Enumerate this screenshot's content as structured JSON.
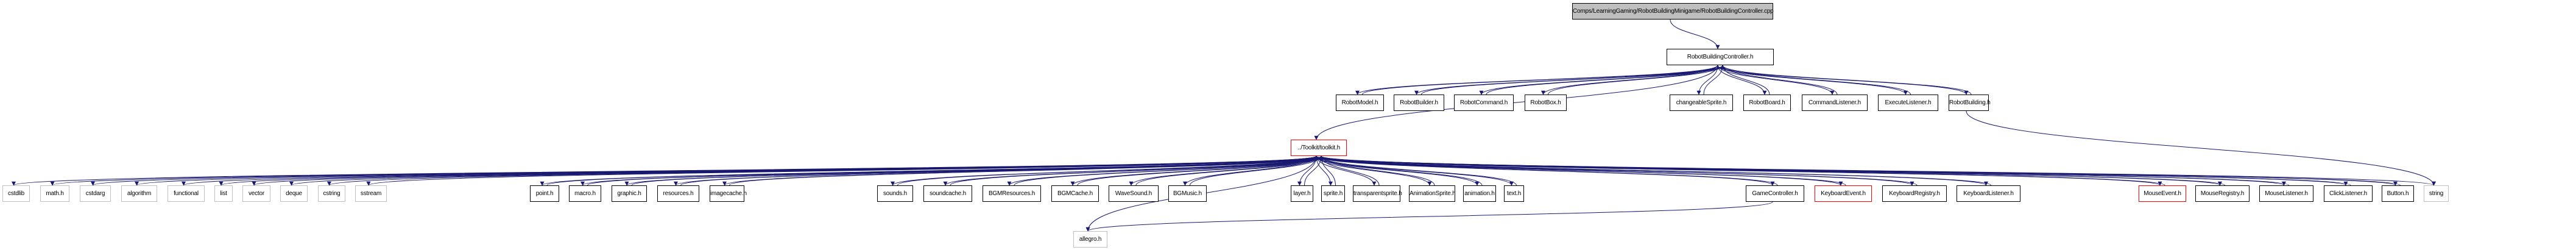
{
  "colors": {
    "edge": "#191970",
    "root_fill": "#bfbfbf",
    "external_border": "#bfbfbf",
    "truncated_border": "#ff0000"
  },
  "nodes": {
    "cpp": {
      "label": "Comps/LearningGaming/RobotBuildingMinigame/RobotBuildingController.cpp",
      "kind": "root"
    },
    "ctrl_h": {
      "label": "RobotBuildingController.h",
      "kind": "normal"
    },
    "robotmodel": {
      "label": "RobotModel.h",
      "kind": "normal"
    },
    "robotbuilder": {
      "label": "RobotBuilder.h",
      "kind": "normal"
    },
    "robotcommand": {
      "label": "RobotCommand.h",
      "kind": "normal"
    },
    "robotbox": {
      "label": "RobotBox.h",
      "kind": "normal"
    },
    "changeablesprite": {
      "label": "changeableSprite.h",
      "kind": "normal"
    },
    "robotboard": {
      "label": "RobotBoard.h",
      "kind": "normal"
    },
    "commandlistener": {
      "label": "CommandListener.h",
      "kind": "normal"
    },
    "executelistener": {
      "label": "ExecuteListener.h",
      "kind": "normal"
    },
    "robotbuilding": {
      "label": "RobotBuilding.h",
      "kind": "normal"
    },
    "toolkit": {
      "label": "../Toolkit/toolkit.h",
      "kind": "truncated"
    },
    "cstdlib": {
      "label": "cstdlib",
      "kind": "external"
    },
    "math": {
      "label": "math.h",
      "kind": "external"
    },
    "cstdarg": {
      "label": "cstdarg",
      "kind": "external"
    },
    "algorithm": {
      "label": "algorithm",
      "kind": "external"
    },
    "functional": {
      "label": "functional",
      "kind": "external"
    },
    "list": {
      "label": "list",
      "kind": "external"
    },
    "vector": {
      "label": "vector",
      "kind": "external"
    },
    "deque": {
      "label": "deque",
      "kind": "external"
    },
    "cstring": {
      "label": "cstring",
      "kind": "external"
    },
    "sstream": {
      "label": "sstream",
      "kind": "external"
    },
    "point": {
      "label": "point.h",
      "kind": "normal"
    },
    "macro": {
      "label": "macro.h",
      "kind": "normal"
    },
    "graphic": {
      "label": "graphic.h",
      "kind": "normal"
    },
    "resources": {
      "label": "resources.h",
      "kind": "normal"
    },
    "imagecache": {
      "label": "imagecache.h",
      "kind": "normal"
    },
    "sounds": {
      "label": "sounds.h",
      "kind": "normal"
    },
    "soundcache": {
      "label": "soundcache.h",
      "kind": "normal"
    },
    "bgmresources": {
      "label": "BGMResources.h",
      "kind": "normal"
    },
    "bgmcache": {
      "label": "BGMCache.h",
      "kind": "normal"
    },
    "wavesound": {
      "label": "WaveSound.h",
      "kind": "normal"
    },
    "bgmusic": {
      "label": "BGMusic.h",
      "kind": "normal"
    },
    "layer": {
      "label": "layer.h",
      "kind": "normal"
    },
    "sprite": {
      "label": "sprite.h",
      "kind": "normal"
    },
    "transparentsprite": {
      "label": "transparentsprite.h",
      "kind": "normal"
    },
    "animationsprite": {
      "label": "AnimationSprite.h",
      "kind": "normal"
    },
    "animation": {
      "label": "animation.h",
      "kind": "normal"
    },
    "text": {
      "label": "text.h",
      "kind": "normal"
    },
    "gamecontroller": {
      "label": "GameController.h",
      "kind": "normal"
    },
    "keyboardevent": {
      "label": "KeyboardEvent.h",
      "kind": "truncated"
    },
    "keyboardregistry": {
      "label": "KeyboardRegistry.h",
      "kind": "normal"
    },
    "keyboardlistener": {
      "label": "KeyboardListener.h",
      "kind": "normal"
    },
    "mouseevent": {
      "label": "MouseEvent.h",
      "kind": "truncated"
    },
    "mouseregistry": {
      "label": "MouseRegistry.h",
      "kind": "normal"
    },
    "mouselistener": {
      "label": "MouseListener.h",
      "kind": "normal"
    },
    "clicklistener": {
      "label": "ClickListener.h",
      "kind": "normal"
    },
    "button": {
      "label": "Button.h",
      "kind": "normal"
    },
    "string": {
      "label": "string",
      "kind": "external"
    },
    "allegro": {
      "label": "allegro.h",
      "kind": "external"
    }
  },
  "edges": [
    [
      "cpp",
      "ctrl_h"
    ],
    [
      "ctrl_h",
      "robotmodel"
    ],
    [
      "robotmodel",
      "ctrl_h"
    ],
    [
      "ctrl_h",
      "robotbuilder"
    ],
    [
      "robotbuilder",
      "ctrl_h"
    ],
    [
      "ctrl_h",
      "robotcommand"
    ],
    [
      "robotcommand",
      "ctrl_h"
    ],
    [
      "ctrl_h",
      "robotbox"
    ],
    [
      "robotbox",
      "ctrl_h"
    ],
    [
      "ctrl_h",
      "changeablesprite"
    ],
    [
      "changeablesprite",
      "ctrl_h"
    ],
    [
      "ctrl_h",
      "robotboard"
    ],
    [
      "robotboard",
      "ctrl_h"
    ],
    [
      "ctrl_h",
      "commandlistener"
    ],
    [
      "commandlistener",
      "ctrl_h"
    ],
    [
      "ctrl_h",
      "executelistener"
    ],
    [
      "executelistener",
      "ctrl_h"
    ],
    [
      "ctrl_h",
      "robotbuilding"
    ],
    [
      "robotbuilding",
      "ctrl_h"
    ],
    [
      "ctrl_h",
      "toolkit"
    ],
    [
      "robotbuilding",
      "string"
    ],
    [
      "toolkit",
      "cstdlib"
    ],
    [
      "toolkit",
      "math"
    ],
    [
      "toolkit",
      "cstdarg"
    ],
    [
      "toolkit",
      "algorithm"
    ],
    [
      "toolkit",
      "functional"
    ],
    [
      "toolkit",
      "list"
    ],
    [
      "toolkit",
      "vector"
    ],
    [
      "toolkit",
      "deque"
    ],
    [
      "toolkit",
      "cstring"
    ],
    [
      "toolkit",
      "sstream"
    ],
    [
      "toolkit",
      "allegro"
    ],
    [
      "toolkit",
      "point"
    ],
    [
      "point",
      "toolkit"
    ],
    [
      "toolkit",
      "macro"
    ],
    [
      "macro",
      "toolkit"
    ],
    [
      "toolkit",
      "graphic"
    ],
    [
      "graphic",
      "toolkit"
    ],
    [
      "toolkit",
      "resources"
    ],
    [
      "resources",
      "toolkit"
    ],
    [
      "toolkit",
      "imagecache"
    ],
    [
      "imagecache",
      "toolkit"
    ],
    [
      "toolkit",
      "sounds"
    ],
    [
      "sounds",
      "toolkit"
    ],
    [
      "toolkit",
      "soundcache"
    ],
    [
      "soundcache",
      "toolkit"
    ],
    [
      "toolkit",
      "bgmresources"
    ],
    [
      "bgmresources",
      "toolkit"
    ],
    [
      "toolkit",
      "bgmcache"
    ],
    [
      "bgmcache",
      "toolkit"
    ],
    [
      "toolkit",
      "wavesound"
    ],
    [
      "wavesound",
      "toolkit"
    ],
    [
      "toolkit",
      "bgmusic"
    ],
    [
      "bgmusic",
      "toolkit"
    ],
    [
      "toolkit",
      "layer"
    ],
    [
      "layer",
      "toolkit"
    ],
    [
      "toolkit",
      "sprite"
    ],
    [
      "sprite",
      "toolkit"
    ],
    [
      "toolkit",
      "transparentsprite"
    ],
    [
      "transparentsprite",
      "toolkit"
    ],
    [
      "toolkit",
      "animationsprite"
    ],
    [
      "animationsprite",
      "toolkit"
    ],
    [
      "toolkit",
      "animation"
    ],
    [
      "animation",
      "toolkit"
    ],
    [
      "toolkit",
      "text"
    ],
    [
      "text",
      "toolkit"
    ],
    [
      "toolkit",
      "gamecontroller"
    ],
    [
      "gamecontroller",
      "toolkit"
    ],
    [
      "toolkit",
      "keyboardevent"
    ],
    [
      "keyboardevent",
      "toolkit"
    ],
    [
      "toolkit",
      "keyboardregistry"
    ],
    [
      "keyboardregistry",
      "toolkit"
    ],
    [
      "toolkit",
      "keyboardlistener"
    ],
    [
      "keyboardlistener",
      "toolkit"
    ],
    [
      "toolkit",
      "mouseevent"
    ],
    [
      "mouseevent",
      "toolkit"
    ],
    [
      "toolkit",
      "mouseregistry"
    ],
    [
      "mouseregistry",
      "toolkit"
    ],
    [
      "toolkit",
      "mouselistener"
    ],
    [
      "mouselistener",
      "toolkit"
    ],
    [
      "toolkit",
      "clicklistener"
    ],
    [
      "clicklistener",
      "toolkit"
    ],
    [
      "toolkit",
      "button"
    ],
    [
      "button",
      "toolkit"
    ],
    [
      "toolkit",
      "string"
    ],
    [
      "gamecontroller",
      "allegro"
    ]
  ]
}
